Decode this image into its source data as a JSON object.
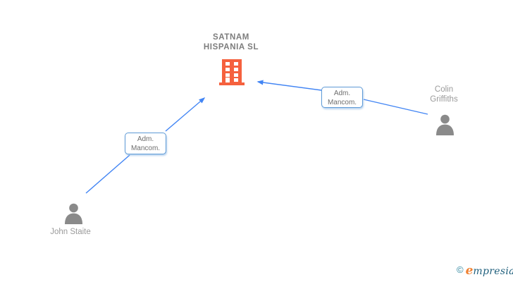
{
  "company": {
    "name_line1": "SATNAM",
    "name_line2": "HISPANIA SL",
    "icon": "building-icon",
    "icon_color": "#f5613e"
  },
  "relations": [
    {
      "id": "john-staite-to-company",
      "label_line1": "Adm.",
      "label_line2": "Mancom."
    },
    {
      "id": "colin-griffiths-to-company",
      "label_line1": "Adm.",
      "label_line2": "Mancom."
    }
  ],
  "persons": [
    {
      "id": "john-staite",
      "name": "John Staite",
      "icon": "person-icon"
    },
    {
      "id": "colin-griffiths",
      "name_line1": "Colin",
      "name_line2": "Griffiths",
      "icon": "person-icon"
    }
  ],
  "watermark": {
    "copyright_symbol": "©",
    "brand_initial": "e",
    "brand_rest": "mpresia"
  },
  "colors": {
    "connector_line": "#4285f4",
    "relation_box_border": "#5e9ad6",
    "relation_box_text": "#6e6e6e",
    "company_text": "#7d7d7d",
    "person_text": "#9a9a9a",
    "person_icon": "#8a8a8a",
    "building_icon": "#f5613e",
    "logo_teal": "#20607d",
    "logo_copyright_teal": "#2e86a0",
    "logo_orange": "#f08233"
  }
}
